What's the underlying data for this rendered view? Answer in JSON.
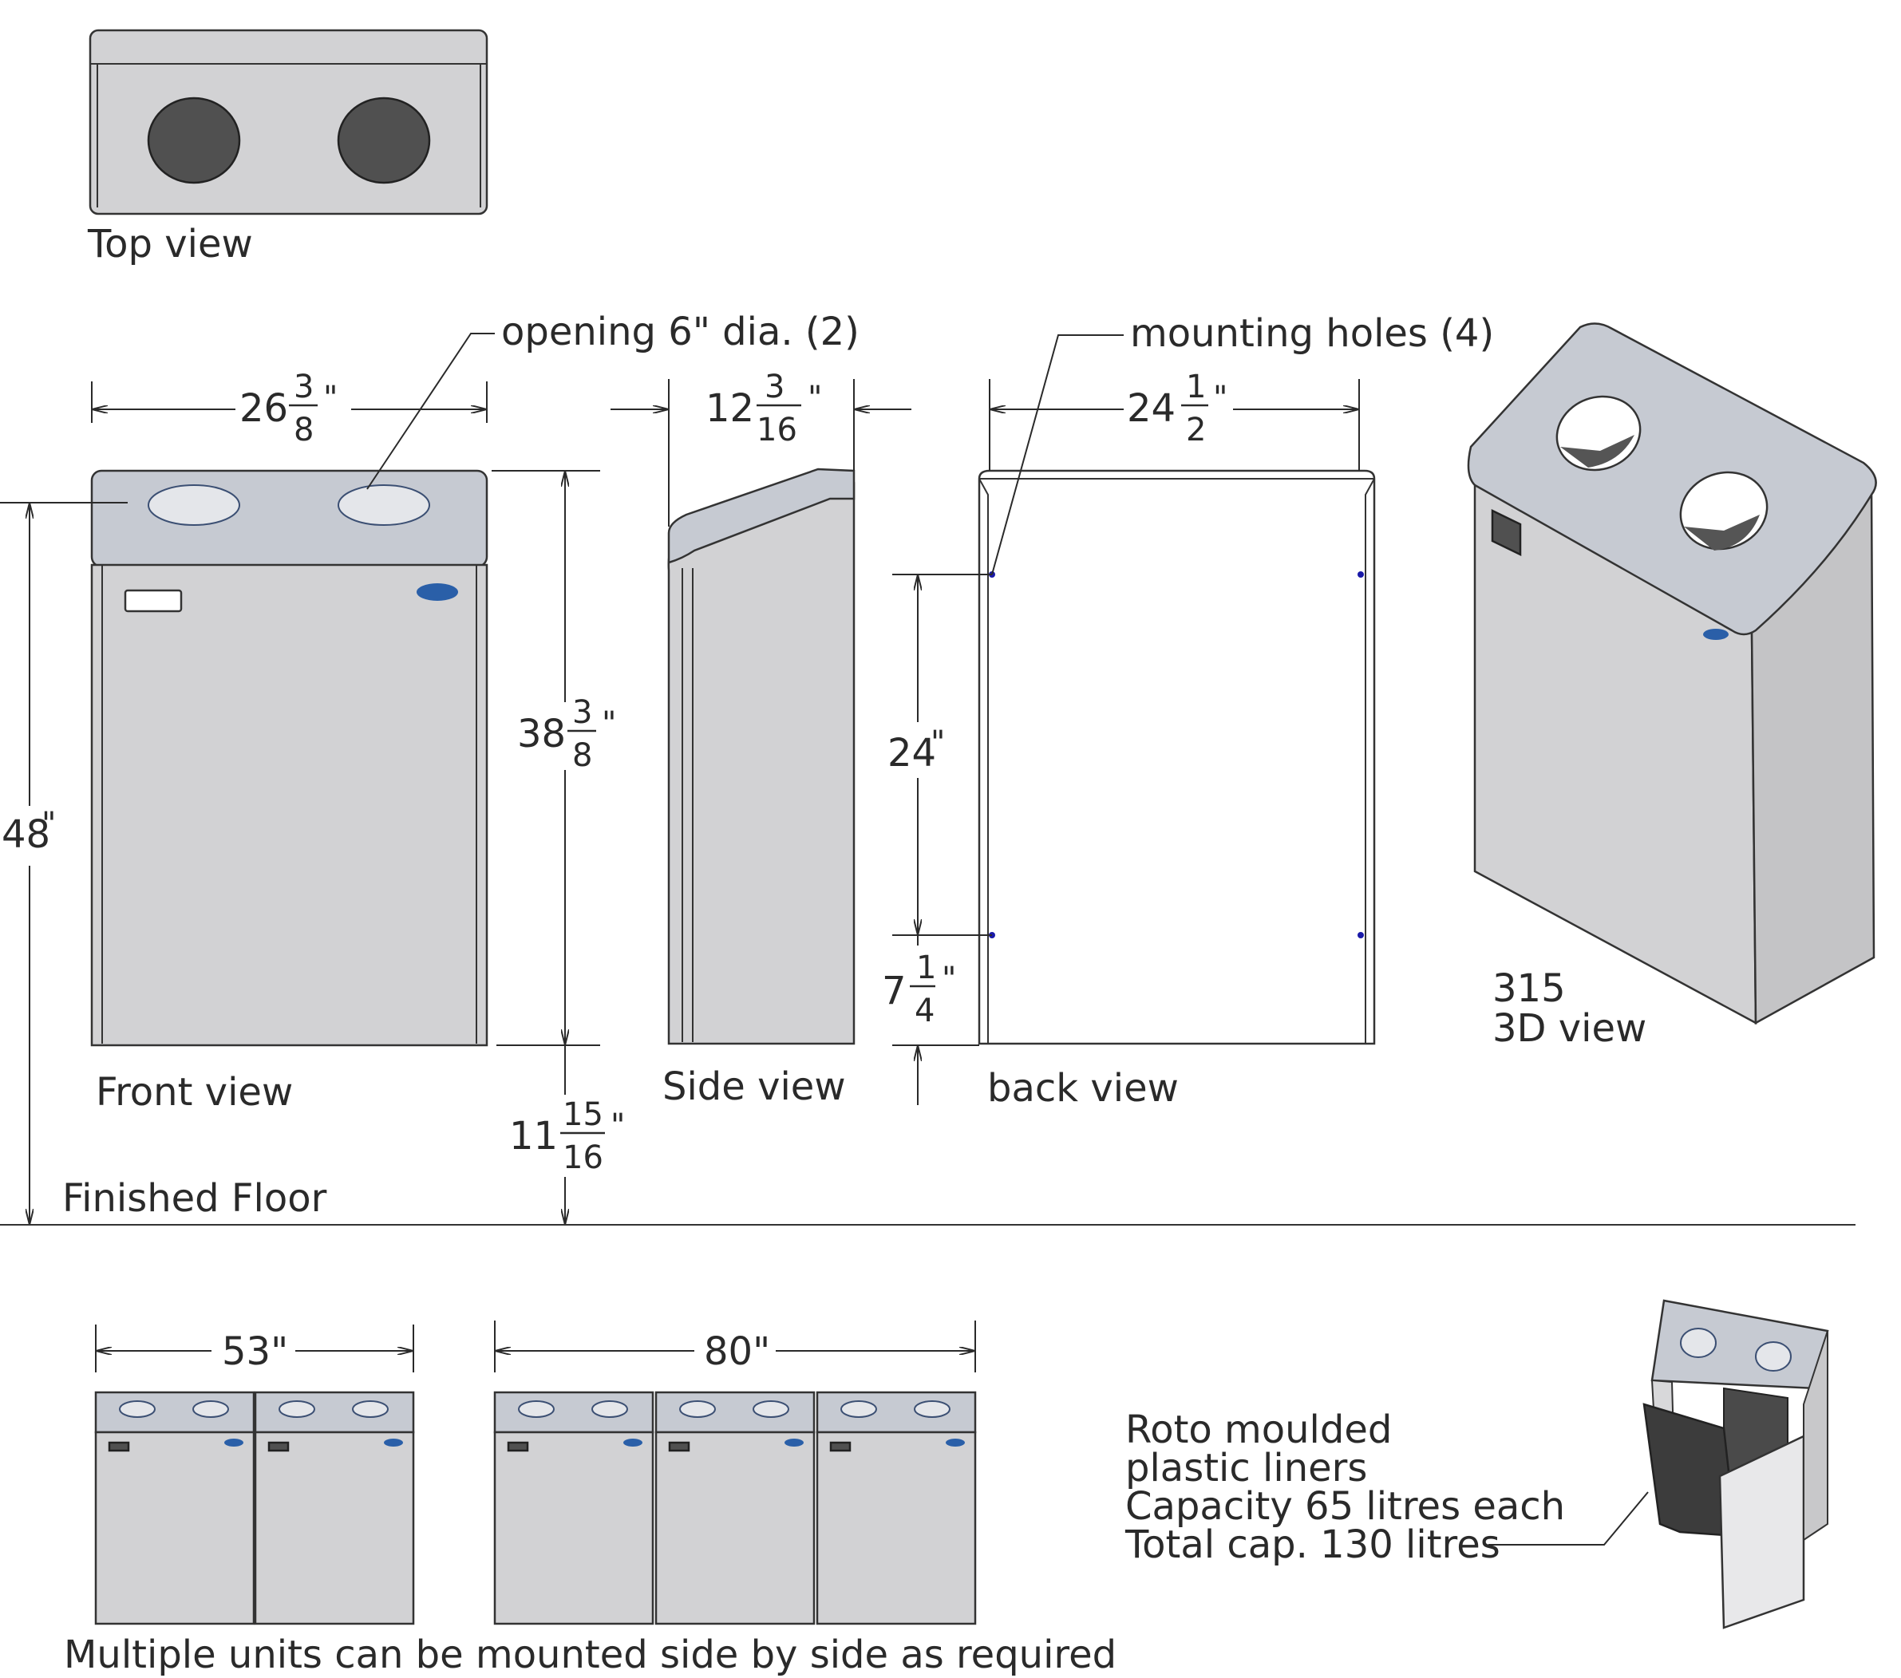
{
  "views": {
    "top": "Top view",
    "front": "Front view",
    "side": "Side view",
    "back": "back view",
    "three_d_model": "315",
    "three_d": "3D view"
  },
  "floor": {
    "label": "Finished Floor"
  },
  "callouts": {
    "opening": "opening 6\" dia. (2)",
    "mounting": "mounting holes (4)"
  },
  "dims": {
    "width_front": {
      "whole": "26",
      "num": "3",
      "den": "8",
      "unit": "\""
    },
    "overall_height": {
      "whole": "48",
      "unit": "\""
    },
    "body_height": {
      "whole": "38",
      "num": "3",
      "den": "8",
      "unit": "\""
    },
    "floor_gap": {
      "whole": "11",
      "num": "15",
      "den": "16",
      "unit": "\""
    },
    "depth": {
      "whole": "12",
      "num": "3",
      "den": "16",
      "unit": "\""
    },
    "back_width": {
      "whole": "24",
      "num": "1",
      "den": "2",
      "unit": "\""
    },
    "mount_spacing": {
      "whole": "24",
      "unit": "\""
    },
    "mount_bottom": {
      "whole": "7",
      "num": "1",
      "den": "4",
      "unit": "\""
    },
    "two_units": "53\"",
    "three_units": "80\""
  },
  "liner_note": [
    "Roto moulded",
    "plastic liners",
    "Capacity 65 litres each",
    "Total cap. 130 litres"
  ],
  "footer": "Multiple units can be mounted side by side as required",
  "colors": {
    "panel": "#d2d2d4",
    "lid": "#c6cad2",
    "hole_dark": "#505050",
    "logo": "#2a5fa8",
    "mount_hole": "#1a1aa8"
  }
}
